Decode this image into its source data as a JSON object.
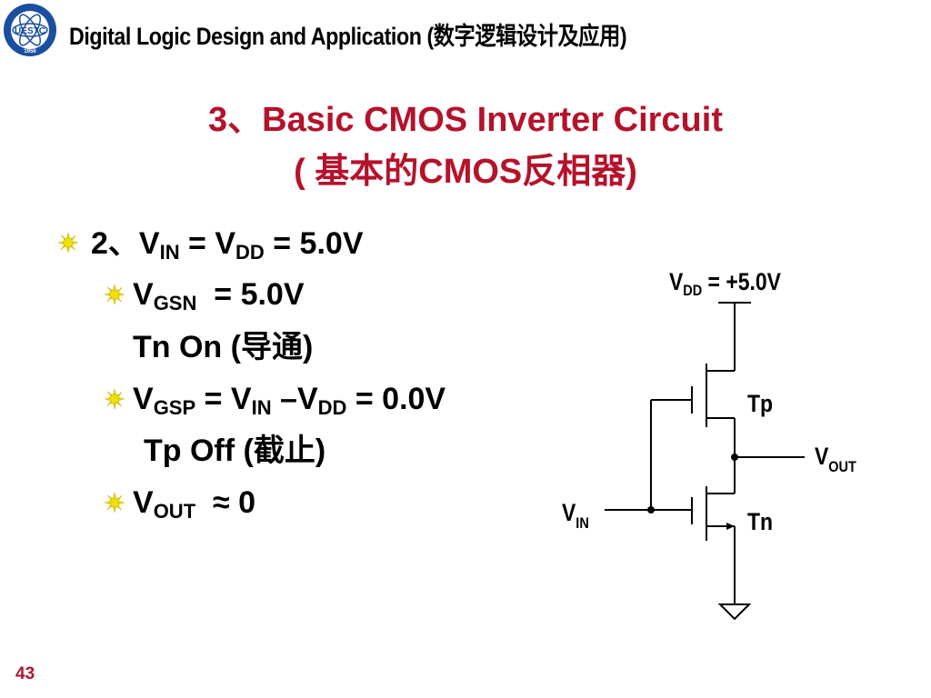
{
  "header": {
    "title": "Digital Logic Design and Application (数字逻辑设计及应用)",
    "logo_text": "UESTC",
    "logo_year": "1956"
  },
  "slide": {
    "title_line1": "3、Basic CMOS Inverter Circuit",
    "title_line2": "( 基本的CMOS反相器)"
  },
  "bullets": {
    "item1": {
      "prefix": "2、V",
      "sub1": "IN",
      "mid": " = V",
      "sub2": "DD",
      "suffix": " = 5.0V"
    },
    "item2": {
      "v": "V",
      "sub": "GSN",
      "suffix": "  = 5.0V",
      "note_en": "Tn On (",
      "note_cn": "导通",
      "note_end": ")"
    },
    "item3": {
      "v": "V",
      "sub1": "GSP",
      "mid1": " = V",
      "sub2": "IN",
      "mid2": " –V",
      "sub3": "DD",
      "suffix": " = 0.0V",
      "note_en": "Tp Off (",
      "note_cn": "截止",
      "note_end": ")"
    },
    "item4": {
      "v": "V",
      "sub": "OUT",
      "suffix": "  ≈ 0"
    }
  },
  "circuit": {
    "vdd_label": "V",
    "vdd_sub": "DD",
    "vdd_value": " = +5.0V",
    "tp_label": "Tp",
    "tn_label": "Tn",
    "vout_label": "V",
    "vout_sub": "OUT",
    "vin_label": "V",
    "vin_sub": "IN"
  },
  "page_number": "43",
  "colors": {
    "title": "#b5122b",
    "bullet": "#f2e000",
    "text": "#000000"
  }
}
